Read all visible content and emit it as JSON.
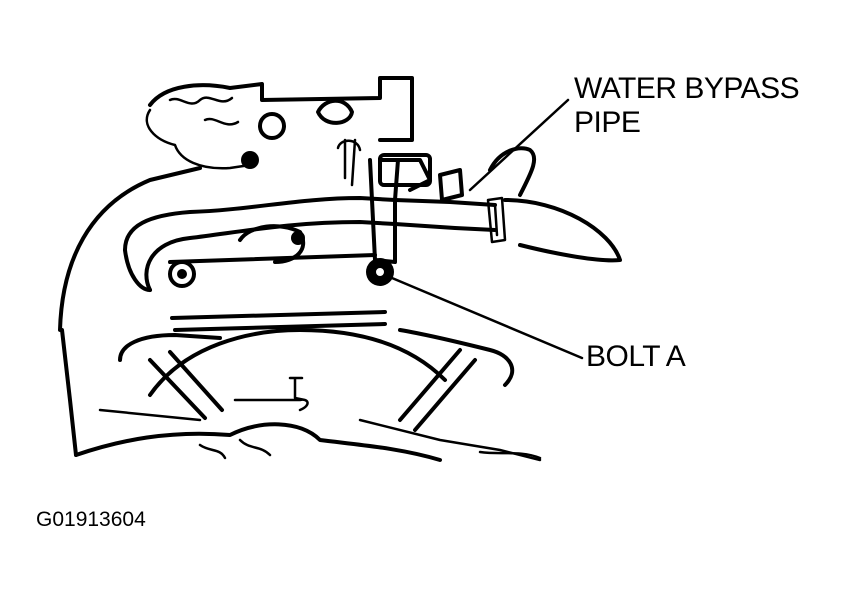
{
  "callouts": {
    "water_bypass_line1": "WATER BYPASS",
    "water_bypass_line2": "PIPE",
    "bolt_a": "BOLT A"
  },
  "figure_id": "G01913604",
  "colors": {
    "ink": "#000000",
    "paper": "#ffffff"
  }
}
